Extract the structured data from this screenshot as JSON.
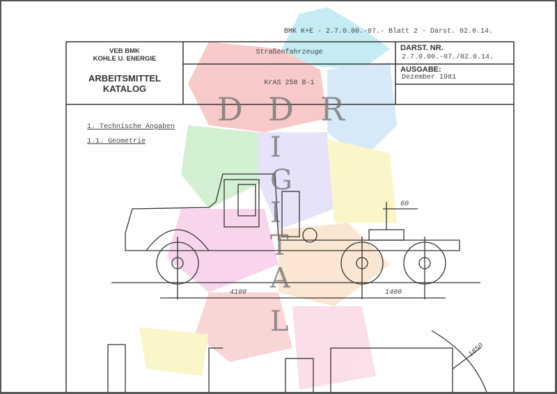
{
  "doc_ref": "BMK K+E - 2.7.0.00.-07.- Blatt 2 - Darst. 02.0.14.",
  "header": {
    "org_line1": "VEB BMK",
    "org_line2": "KOHLE U. ENERGIE",
    "catalog_line1": "ARBEITSMITTEL",
    "catalog_line2": "KATALOG",
    "category": "Straßenfahrzeuge",
    "model": "KrAS 258 B-1",
    "darst_label": "DARST. NR.",
    "darst_value": "2.7.0.00.-07./02.0.14.",
    "ausgabe_label": "AUSGABE:",
    "ausgabe_value": "Dezember 1981"
  },
  "sections": {
    "heading1": "1. Technische Angaben",
    "heading2": "1.1. Geometrie"
  },
  "dimensions": {
    "height_offset": "60",
    "wheelbase_front": "4100",
    "wheelbase_rear": "1400",
    "turn_radius": "1850"
  },
  "watermark": {
    "letters_top": [
      "D",
      "D",
      "R"
    ],
    "letters_vertical": [
      "I",
      "G",
      "I",
      "T",
      "A",
      "L"
    ]
  }
}
